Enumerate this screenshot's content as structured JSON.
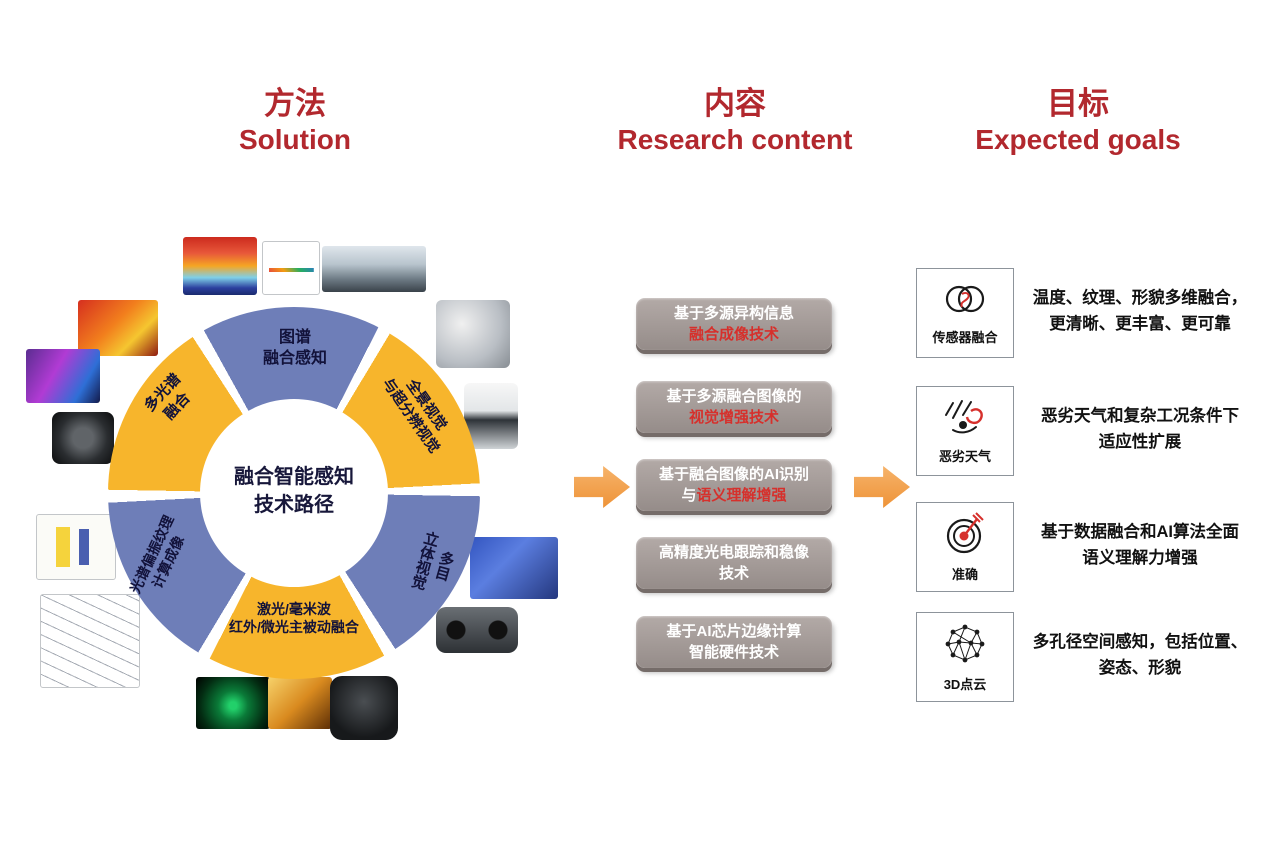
{
  "headers": {
    "solution": {
      "zh": "方法",
      "en": "Solution"
    },
    "research": {
      "zh": "内容",
      "en": "Research content"
    },
    "goals": {
      "zh": "目标",
      "en": "Expected goals"
    }
  },
  "colors": {
    "header_red": "#b2282e",
    "donut_blue": "#6e7eb8",
    "donut_yellow": "#f7b52c",
    "box_gray": "#a39b98",
    "box_text_red": "#d6302c",
    "arrow_orange": "#ee9338"
  },
  "donut": {
    "center": "融合智能感知\n技术路径",
    "segments": [
      {
        "label": "图谱\n融合感知",
        "color": "blue"
      },
      {
        "label": "全景视觉\n与超分辨视觉",
        "color": "yellow"
      },
      {
        "label": "多目\n立体视觉",
        "color": "blue"
      },
      {
        "label": "激光/毫米波\n红外/微光主被动融合",
        "color": "yellow"
      },
      {
        "label": "光谱偏振纹理\n计算成像",
        "color": "blue"
      },
      {
        "label": "多光谱\n融合",
        "color": "yellow"
      }
    ]
  },
  "solution_thumbnails": [
    "thermal-surface-cube",
    "spectral-response-chart",
    "industrial-panorama",
    "multi-camera-rig",
    "ptz-camera",
    "thermal-strawberries",
    "thermal-scene",
    "camera-lens",
    "spectrometer-diagram",
    "optical-path-diagram",
    "depth-blocks",
    "stereo-camera",
    "radar-display",
    "thermal-gold-scene",
    "gimbal-camera"
  ],
  "research_boxes": [
    {
      "line1": "基于多源异构信息",
      "line2_white": "",
      "line2_red": "融合成像技术"
    },
    {
      "line1": "基于多源融合图像的",
      "line2_white": "",
      "line2_red": "视觉增强技术"
    },
    {
      "line1": "基于融合图像的AI识别",
      "line2_white": "与",
      "line2_red": "语义理解增强"
    },
    {
      "line1": "高精度光电跟踪和稳像",
      "line2_white": "技术",
      "line2_red": ""
    },
    {
      "line1": "基于AI芯片边缘计算",
      "line2_white": "智能硬件技术",
      "line2_red": ""
    }
  ],
  "goal_items": [
    {
      "icon": "sensor-fusion-venn-icon",
      "label": "传感器融合",
      "desc": "温度、纹理、形貌多维融合，\n更清晰、更丰富、更可靠"
    },
    {
      "icon": "bad-weather-rain-icon",
      "label": "恶劣天气",
      "desc": "恶劣天气和复杂工况条件下\n适应性扩展"
    },
    {
      "icon": "target-dart-icon",
      "label": "准确",
      "desc": "基于数据融合和AI算法全面\n语义理解力增强"
    },
    {
      "icon": "point-cloud-sphere-icon",
      "label": "3D点云",
      "desc": "多孔径空间感知，包括位置、\n姿态、形貌"
    }
  ]
}
